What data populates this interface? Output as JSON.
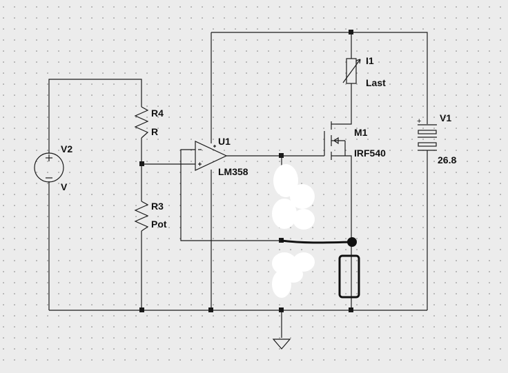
{
  "schematic": {
    "background": "#ececec",
    "grid_color": "#6f6f6f",
    "wire_color": "#1a1a1a",
    "components": {
      "v2": {
        "ref": "V2",
        "value": "V"
      },
      "r4": {
        "ref": "R4",
        "value": "R"
      },
      "r3": {
        "ref": "R3",
        "value": "Pot"
      },
      "u1": {
        "ref": "U1",
        "value": "LM358",
        "plus": "+",
        "minus": "-"
      },
      "m1": {
        "ref": "M1",
        "value": "IRF540"
      },
      "i1": {
        "ref": "I1",
        "value": "Last"
      },
      "v1": {
        "ref": "V1",
        "value": "26.8",
        "plus": "+"
      }
    }
  }
}
